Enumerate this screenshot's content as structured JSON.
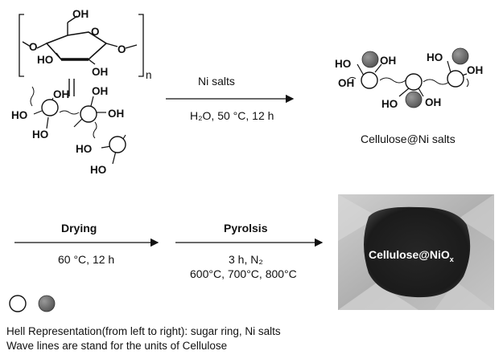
{
  "cellulose_monomer": {
    "oh_top": "OH",
    "ho_left": "HO",
    "oh_right": "OH",
    "o_ring": "O",
    "o_left": "O",
    "o_right": "O",
    "subscript_n": "n"
  },
  "cellulose_chain": {
    "labels": [
      "OH",
      "OH",
      "HO",
      "OH",
      "HO",
      "HO",
      "HO"
    ]
  },
  "step1": {
    "above": "Ni salts",
    "below": "H₂O, 50 °C, 12 h"
  },
  "product1": {
    "labels": [
      "HO",
      "OH",
      "HO",
      "OH",
      "OH",
      "HO",
      "OH"
    ],
    "name": "Cellulose@Ni salts"
  },
  "step2": {
    "above": "Drying",
    "below": "60 °C, 12 h"
  },
  "step3": {
    "above": "Pyrolsis",
    "below_line1": "3 h, N₂",
    "below_line2": "600°C, 700°C, 800°C"
  },
  "photo": {
    "label_main": "Cellulose@NiO",
    "label_sub": "x"
  },
  "legend": {
    "line1": "Hell Representation(from left to right): sugar ring, Ni salts",
    "line2": "Wave lines are stand for the units of Cellulose"
  },
  "colors": {
    "ni_salt": "#6e6e6e",
    "sugar_ring": "#ffffff",
    "photo_bg": "#b9b9b9",
    "photo_hole": "#1e1e1e"
  }
}
